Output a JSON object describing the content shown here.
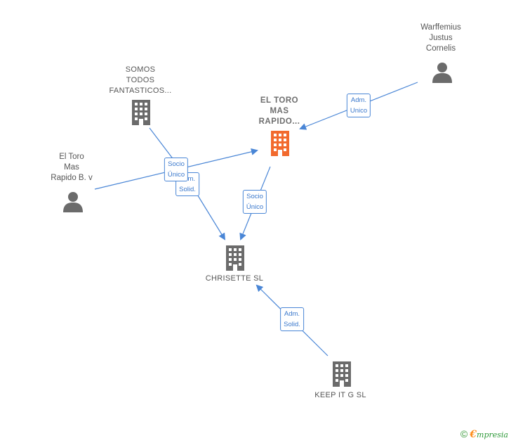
{
  "colors": {
    "edge": "#4a86d6",
    "node_icon": "#6b6b6b",
    "highlight_icon": "#f26a2e"
  },
  "nodes": {
    "somos": {
      "label": "SOMOS\nTODOS\nFANTASTICOS...",
      "type": "company"
    },
    "eltoro_company": {
      "label": "EL TORO\nMAS\nRAPIDO...",
      "type": "company-highlight"
    },
    "warffemius": {
      "label": "Warffemius\nJustus\nCornelis",
      "type": "person"
    },
    "eltoro_person": {
      "label": "El Toro\nMas\nRapido B. v",
      "type": "person"
    },
    "chrisette": {
      "label": "CHRISETTE  SL",
      "type": "company"
    },
    "keepit": {
      "label": "KEEP IT G  SL",
      "type": "company"
    }
  },
  "edge_labels": {
    "warffemius_to_eltoro": "Adm.\nUnico",
    "person_to_eltoro": "Socio\nÚnico",
    "somos_to_chrisette": "Adm.\nSolid.",
    "eltoro_to_chrisette": "Socio\nÚnico",
    "keepit_to_chrisette": "Adm.\nSolid."
  },
  "footer": {
    "copyright_symbol": "©",
    "brand_initial": "€",
    "brand_rest": "mpresia"
  }
}
